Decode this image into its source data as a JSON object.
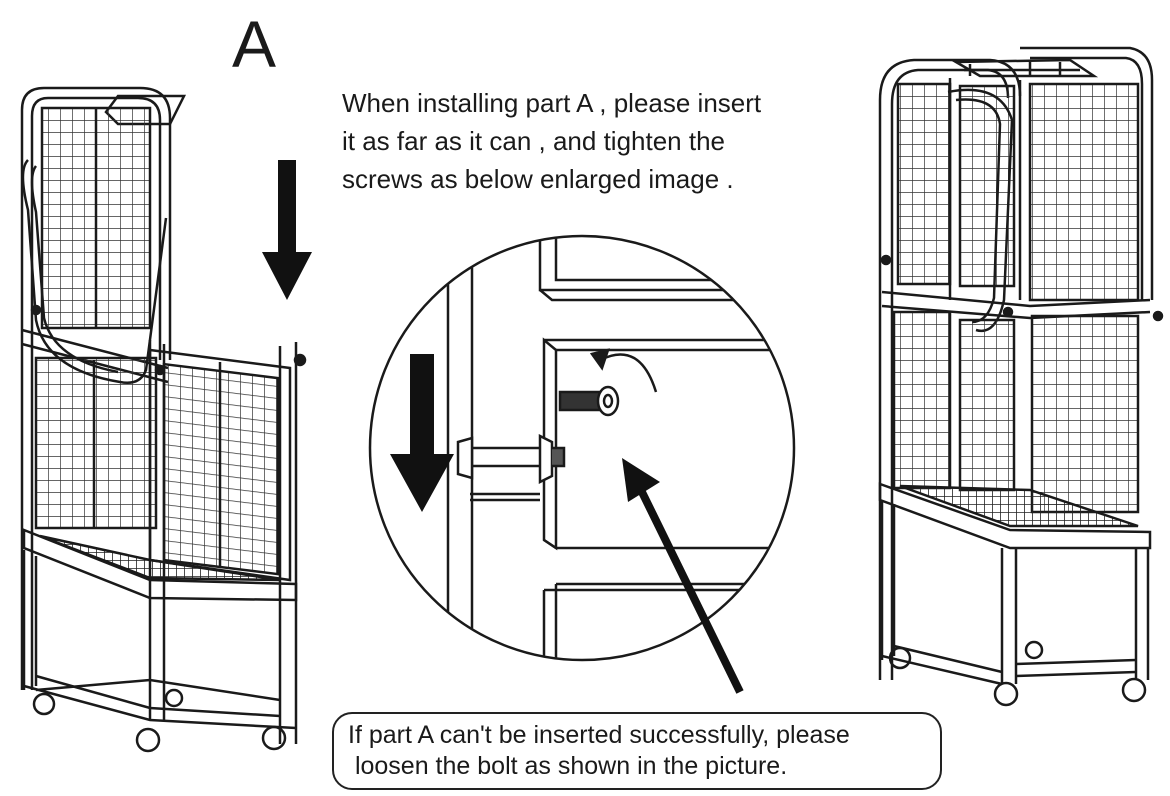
{
  "diagram": {
    "part_label": "A",
    "instruction_lines": [
      "When installing part A , please insert",
      "it as far as it can , and tighten the",
      "screws as below enlarged image ."
    ],
    "note_lines": [
      "If part A can't be inserted successfully, please",
      " loosen the bolt as shown in the picture."
    ],
    "colors": {
      "line": "#1a1a1a",
      "arrow": "#111111",
      "background": "#ffffff"
    }
  }
}
